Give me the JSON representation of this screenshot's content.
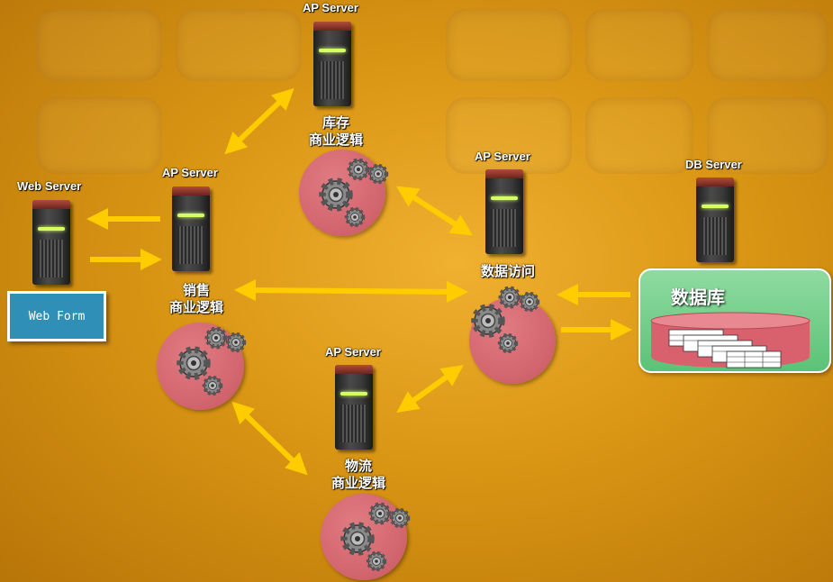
{
  "servers": {
    "web": {
      "label": "Web Server"
    },
    "ap_sales": {
      "label": "AP Server",
      "line1": "销售",
      "line2": "商业逻辑"
    },
    "ap_inventory": {
      "label": "AP Server",
      "line1": "库存",
      "line2": "商业逻辑"
    },
    "ap_data": {
      "label": "AP Server",
      "line1": "数据访问"
    },
    "ap_logistics": {
      "label": "AP Server",
      "line1": "物流",
      "line2": "商业逻辑"
    },
    "db": {
      "label": "DB Server"
    }
  },
  "web_form": {
    "label": "Web Form"
  },
  "database": {
    "title": "数据库"
  },
  "colors": {
    "arrow": "#ffcc00",
    "disc": "#d4666f",
    "db_panel": "#6ccb85",
    "web_form": "#2f8fb6"
  }
}
